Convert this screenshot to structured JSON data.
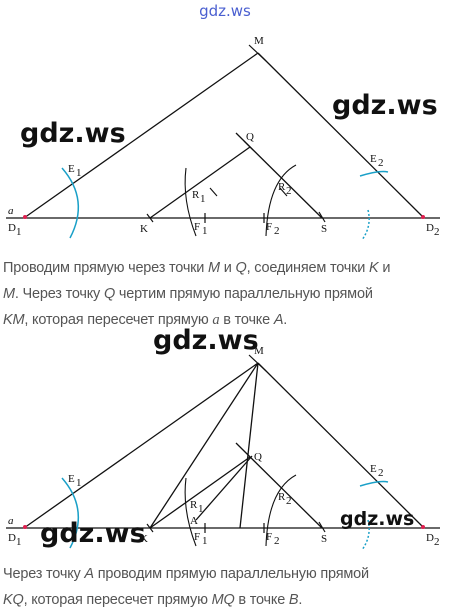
{
  "watermarks": {
    "top": "gdz.ws",
    "fig1_left": "gdz.ws",
    "fig1_right": "gdz.ws",
    "mid": "gdz.ws",
    "fig2_left": "gdz.ws",
    "fig2_right": "gdz.ws"
  },
  "figure1": {
    "labels": {
      "M": "M",
      "Q": "Q",
      "E1": "E",
      "E1s": "1",
      "E2": "E",
      "E2s": "2",
      "R1": "R",
      "R1s": "1",
      "R2": "R",
      "R2s": "2",
      "a": "a",
      "D1": "D",
      "D1s": "1",
      "K": "K",
      "F1": "F",
      "F1s": "1",
      "F2": "F",
      "F2s": "2",
      "S": "S",
      "D2": "D",
      "D2s": "2"
    }
  },
  "paragraph1": {
    "line1_a": "Проводим прямую через точки ",
    "M": "M",
    "line1_b": " и ",
    "Q": "Q",
    "line1_c": ", соединяем точки ",
    "K": "K",
    "line1_d": " и",
    "line2_M": "M",
    "line2_a": ". Через точку ",
    "line2_Q": "Q",
    "line2_b": " чертим прямую параллельную прямой",
    "KM": "KM",
    "line3_a": ", которая пересечет прямую ",
    "a": "a",
    "line3_b": " в точке ",
    "A": "A",
    "line3_c": "."
  },
  "figure2": {
    "labels": {
      "M": "M",
      "Q": "Q",
      "E1": "E",
      "E1s": "1",
      "E2": "E",
      "E2s": "2",
      "R1": "R",
      "R1s": "1",
      "R2": "R",
      "R2s": "2",
      "A": "A",
      "a": "a",
      "D1": "D",
      "D1s": "1",
      "K": "K",
      "F1": "F",
      "F1s": "1",
      "F2": "F",
      "F2s": "2",
      "S": "S",
      "D2": "D",
      "D2s": "2"
    }
  },
  "paragraph2": {
    "line1_a": "Через точку ",
    "A": "A",
    "line1_b": " проводим прямую параллельную прямой",
    "KQ": "KQ",
    "line2_a": ", которая пересечет прямую ",
    "MQ": "MQ",
    "line2_b": " в точке ",
    "B": "B",
    "line2_c": "."
  }
}
